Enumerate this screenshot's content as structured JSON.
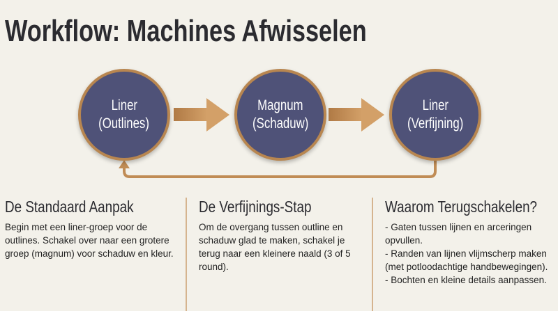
{
  "title": "Workflow: Machines Afwisselen",
  "nodes": [
    {
      "line1": "Liner",
      "line2": "(Outlines)"
    },
    {
      "line1": "Magnum",
      "line2": "(Schaduw)"
    },
    {
      "line1": "Liner",
      "line2": "(Verfijning)"
    }
  ],
  "columns": [
    {
      "heading": "De Standaard Aanpak",
      "body": "Begin met een liner-groep voor de outlines. Schakel over naar een grotere groep (magnum) voor schaduw en kleur."
    },
    {
      "heading": "De Verfijnings-Stap",
      "body": "Om de overgang tussen outline en schaduw glad te maken, schakel je terug naar een kleinere naald (3 of 5 round)."
    },
    {
      "heading": "Waarom Terugschakelen?",
      "lines": [
        "- Gaten tussen lijnen en arceringen opvullen.",
        "- Randen van lijnen vlijmscherp maken (met potloodachtige handbewegingen).",
        "- Bochten en kleine details aanpassen."
      ]
    }
  ],
  "colors": {
    "node": "#4f5278",
    "accent": "#b88650",
    "background": "#f3f1ea"
  }
}
